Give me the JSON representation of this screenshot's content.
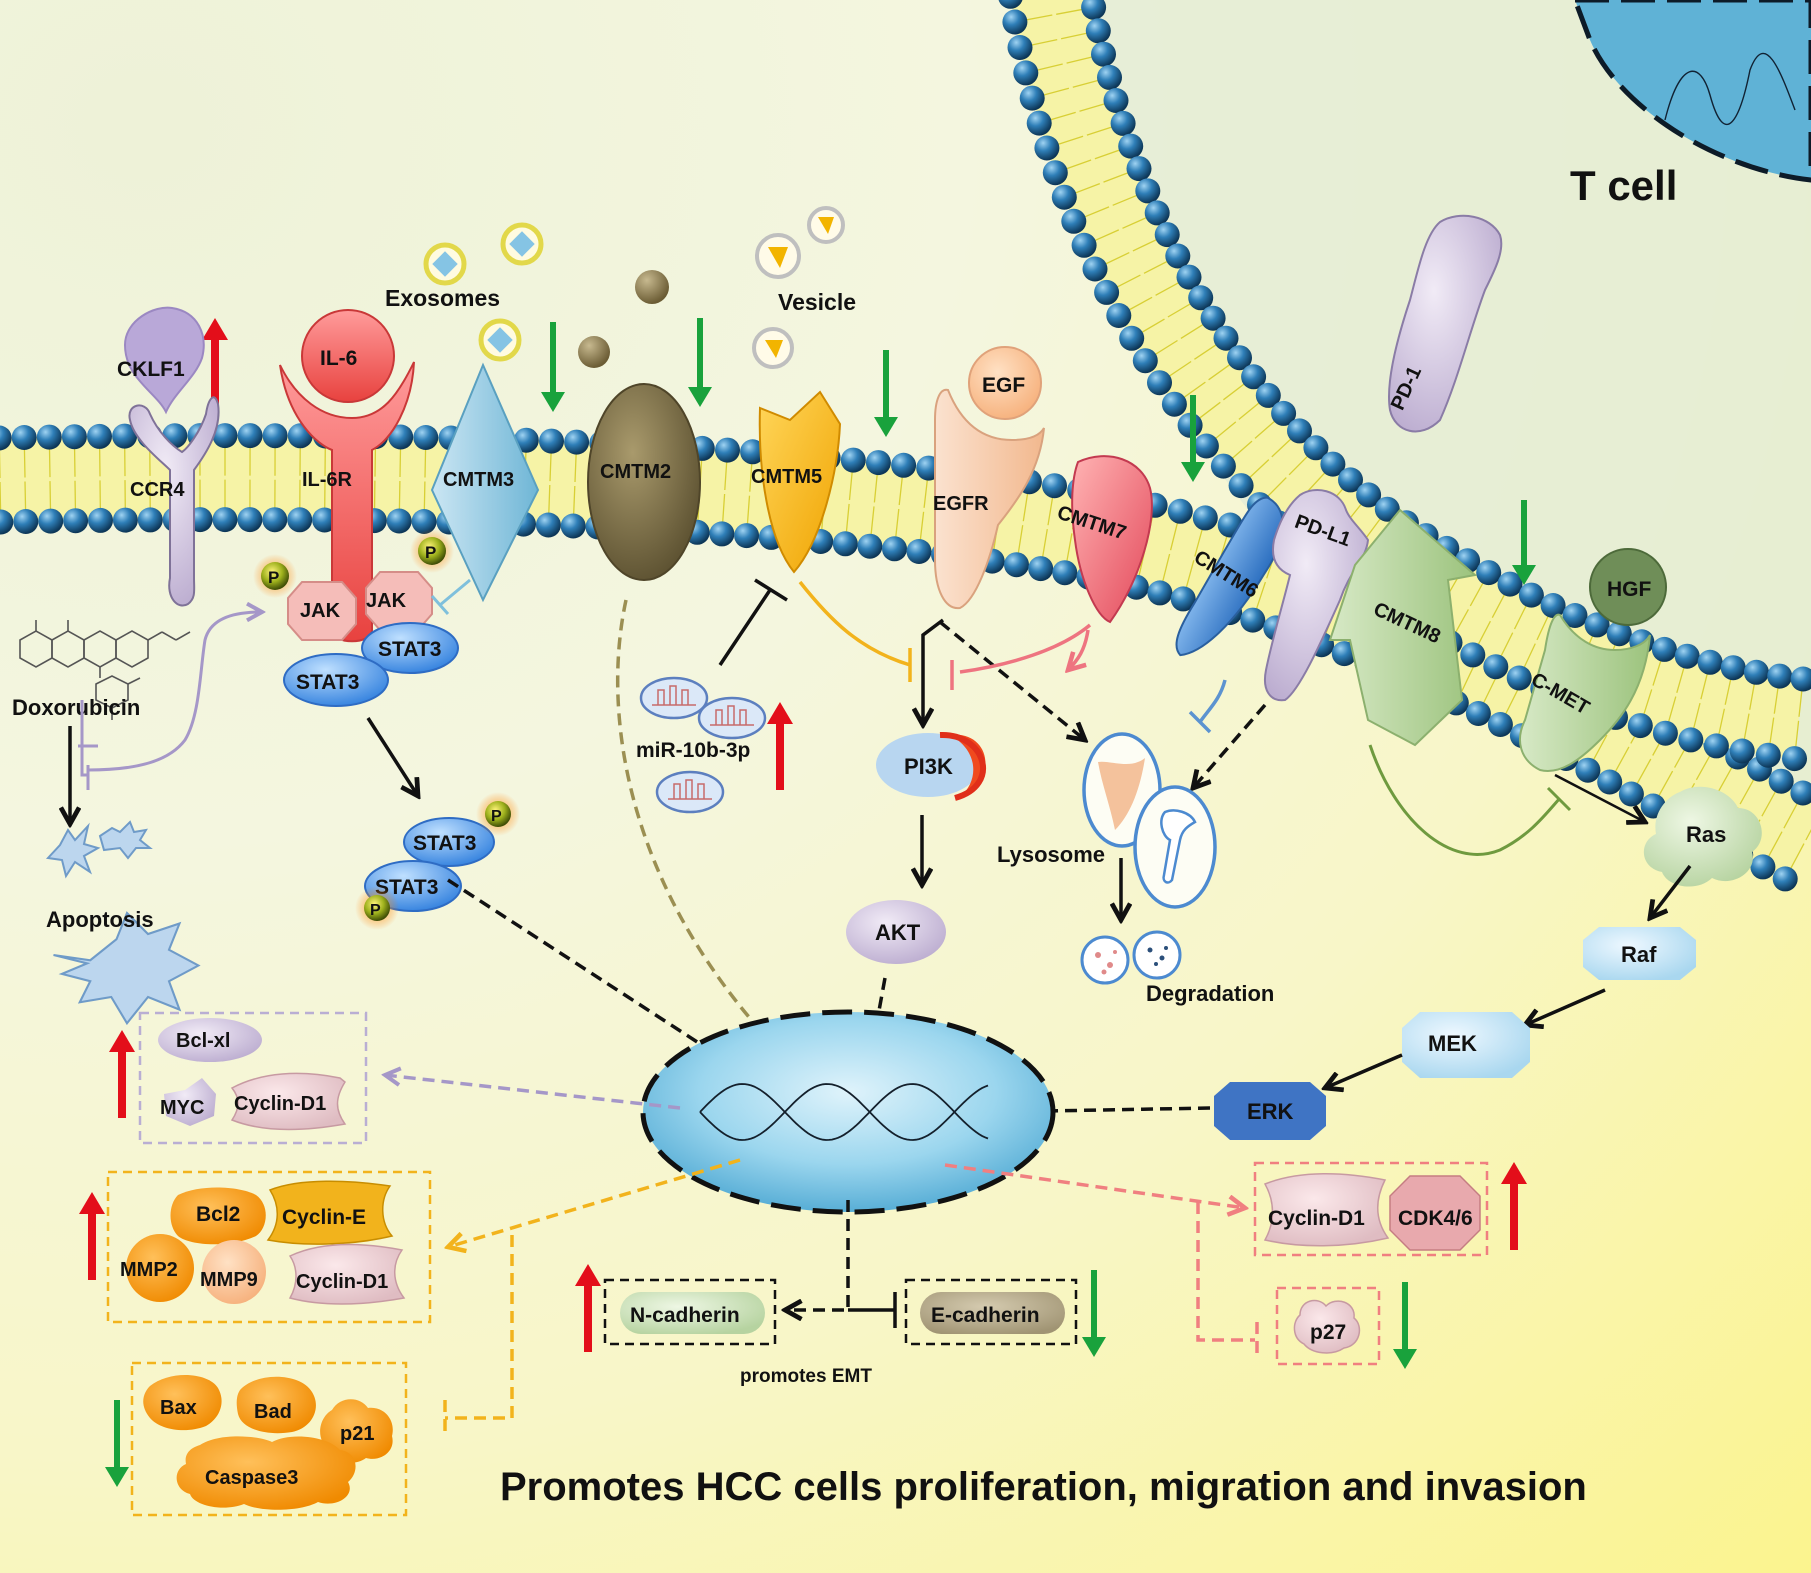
{
  "cell_label": "T cell",
  "title": "Promotes HCC cells proliferation, migration and invasion",
  "ligands": {
    "cklf1": "CKLF1",
    "il6": "IL-6",
    "egf": "EGF",
    "hgf": "HGF",
    "exosomes": "Exosomes",
    "vesicle": "Vesicle"
  },
  "receptors": {
    "ccr4": "CCR4",
    "il6r": "IL-6R",
    "cmtm3": "CMTM3",
    "cmtm2": "CMTM2",
    "cmtm5": "CMTM5",
    "egfr": "EGFR",
    "cmtm7": "CMTM7",
    "cmtm6": "CMTM6",
    "pdl1": "PD-L1",
    "cmtm8": "CMTM8",
    "cmet": "C-MET",
    "pd1": "PD-1"
  },
  "signaling": {
    "jak": "JAK",
    "stat3": "STAT3",
    "p": "P",
    "doxorubicin": "Doxorubicin",
    "apoptosis": "Apoptosis",
    "mirna": "miR-10b-3p",
    "pi3k": "PI3K",
    "akt": "AKT",
    "lysosome": "Lysosome",
    "degradation": "Degradation",
    "ras": "Ras",
    "raf": "Raf",
    "mek": "MEK",
    "erk": "ERK"
  },
  "targets": {
    "bclxl": "Bcl-xl",
    "myc": "MYC",
    "cyclin_d1": "Cyclin-D1",
    "bcl2": "Bcl2",
    "cyclin_e": "Cyclin-E",
    "mmp2": "MMP2",
    "mmp9": "MMP9",
    "bax": "Bax",
    "bad": "Bad",
    "p21": "p21",
    "caspase3": "Caspase3",
    "n_cadherin": "N-cadherin",
    "e_cadherin": "E-cadherin",
    "promotes_emt": "promotes EMT",
    "cdk46": "CDK4/6",
    "p27": "p27"
  },
  "colors": {
    "up_arrow": "#e30e1a",
    "down_arrow": "#19a23c",
    "membrane_head": "#1d5f8e",
    "nucleus": "#8fd3ec"
  }
}
